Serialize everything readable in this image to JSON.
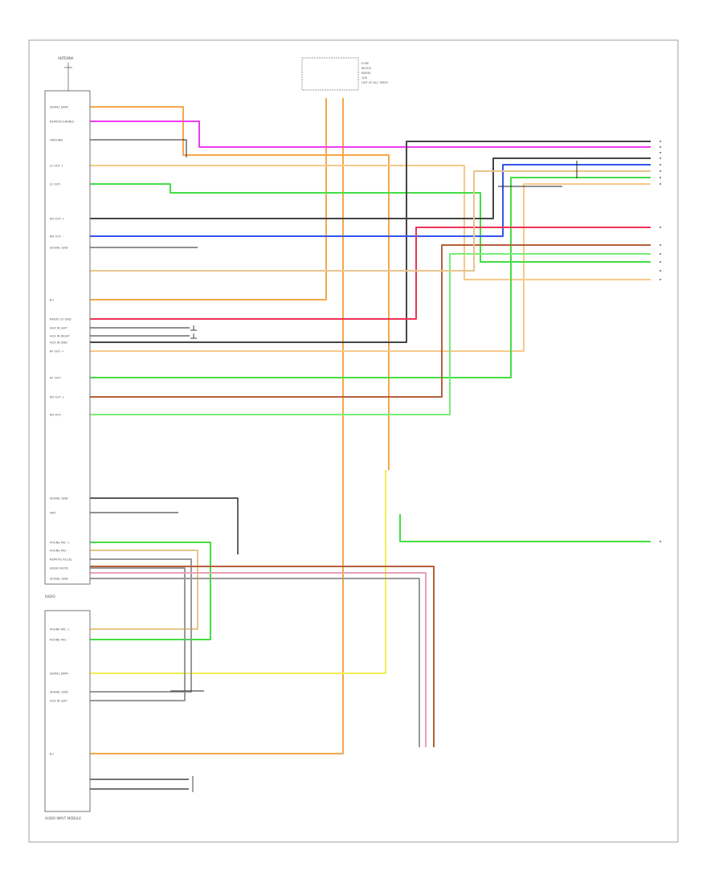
{
  "page": {
    "footer_left": "",
    "footer_center": ""
  },
  "radio": {
    "name": "RADIO",
    "antenna": "ANTENNA",
    "pin_labels": [
      "SERIAL DATA",
      "REMOTE ENABLE",
      "GROUND",
      "LF OUT +",
      "LF OUT -",
      "RR OUT +",
      "RR OUT -",
      "SIGNAL GND",
      "B+",
      "RADIO LO GND",
      "AUX IN LEFT",
      "AUX IN RIGHT",
      "AUX IN GND",
      "RF OUT +",
      "RF OUT -",
      "RR OUT +",
      "RR OUT -",
      "SIGNAL GND",
      "ANT",
      "PHONE MIC +",
      "PHONE MIC -",
      "REMOTE ACCEL",
      "AUDIO MUTE",
      "SIGNAL GND"
    ]
  },
  "module": {
    "name": "AUDIO INPUT MODULE",
    "pin_labels": [
      "PHONE MIC +",
      "PHONE MIC -",
      "SERIAL DATA",
      "SIGNAL GND",
      "AUX IN LEFT",
      "B+"
    ]
  },
  "fuse": {
    "title": "",
    "lines": [
      "FUSE",
      "BLOCK",
      "RADIO",
      "10A",
      "HOT AT ALL TIMES"
    ]
  },
  "notes": {
    "ground_note": "",
    "fuse_note": "",
    "module_note": "",
    "splice_note": "",
    "speaker_note": "",
    "bottom_right": ""
  },
  "right_connectors": {
    "group1": [
      "",
      "",
      "",
      "",
      "",
      ""
    ],
    "group2": [
      ""
    ],
    "group3": [
      "",
      "",
      "",
      ""
    ],
    "group4": [
      ""
    ]
  },
  "colors": {
    "orange": "#f5a64a",
    "magenta": "#f03cf0",
    "light_orange": "#f7c98a",
    "yellow": "#eeee55",
    "green": "#44dd44",
    "dark_gray": "#444444",
    "blue": "#3355ee",
    "red": "#ee3355",
    "brown": "#b5603a",
    "lt_green": "#77ee77",
    "tan": "#e8c48a",
    "gray": "#999999",
    "pink": "#e8a0b8",
    "black": "#222222"
  }
}
